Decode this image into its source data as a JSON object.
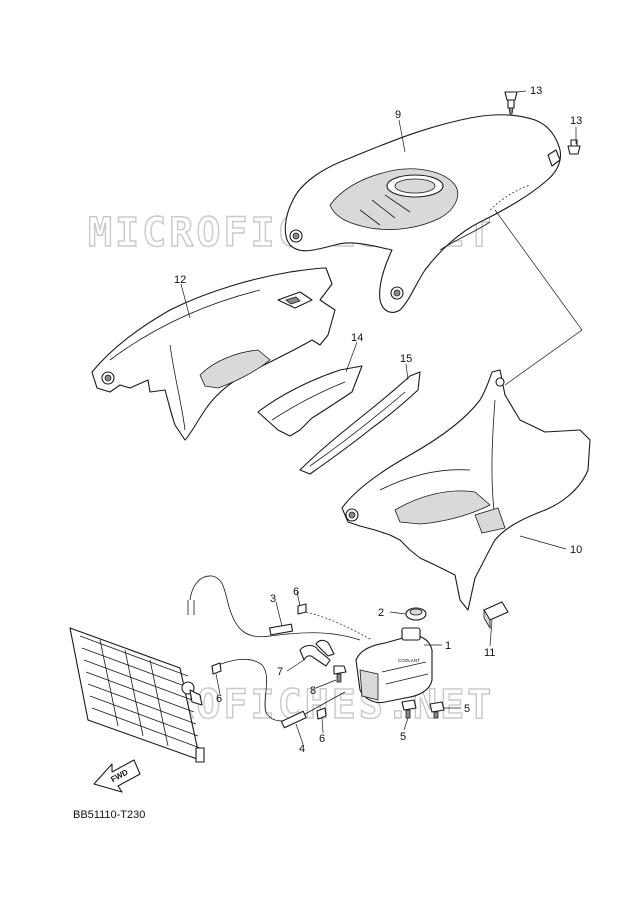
{
  "watermark": "MICROFICHES.NET",
  "diagram_code": "BB51110-T230",
  "fwd_label": "FWD",
  "reservoir_label": "COOLANT",
  "callouts": {
    "n1": "1",
    "n2": "2",
    "n3": "3",
    "n4": "4",
    "n5a": "5",
    "n5b": "5",
    "n6a": "6",
    "n6b": "6",
    "n6c": "6",
    "n7": "7",
    "n8": "8",
    "n9": "9",
    "n10": "10",
    "n11": "11",
    "n12": "12",
    "n13a": "13",
    "n13b": "13",
    "n14": "14",
    "n15": "15"
  }
}
